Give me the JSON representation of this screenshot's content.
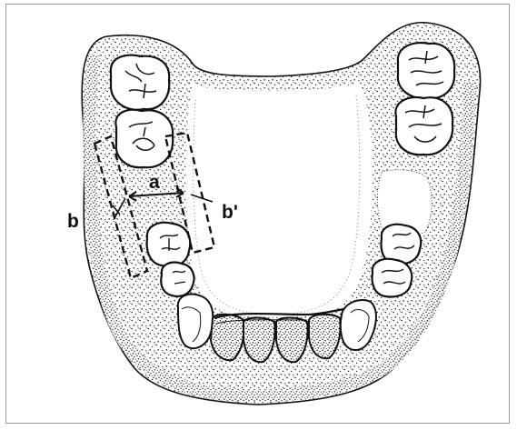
{
  "diagram": {
    "labels": {
      "a": "a",
      "b": "b",
      "b_prime": "b'"
    },
    "colors": {
      "ink": "#111111",
      "paper": "#ffffff",
      "frame": "#9a9a9a"
    }
  }
}
